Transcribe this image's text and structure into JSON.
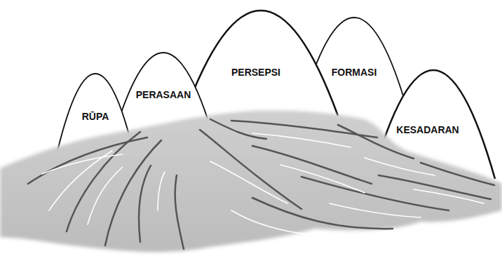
{
  "diagram": {
    "nodes": [
      {
        "text": [
          "RŪPA"
        ]
      },
      {
        "text": [
          "PERASAAN"
        ]
      },
      {
        "text": [
          "PERSEPSI"
        ]
      },
      {
        "text": [
          "FORMASI"
        ]
      },
      {
        "text": [
          "KESADARAN"
        ]
      }
    ]
  }
}
